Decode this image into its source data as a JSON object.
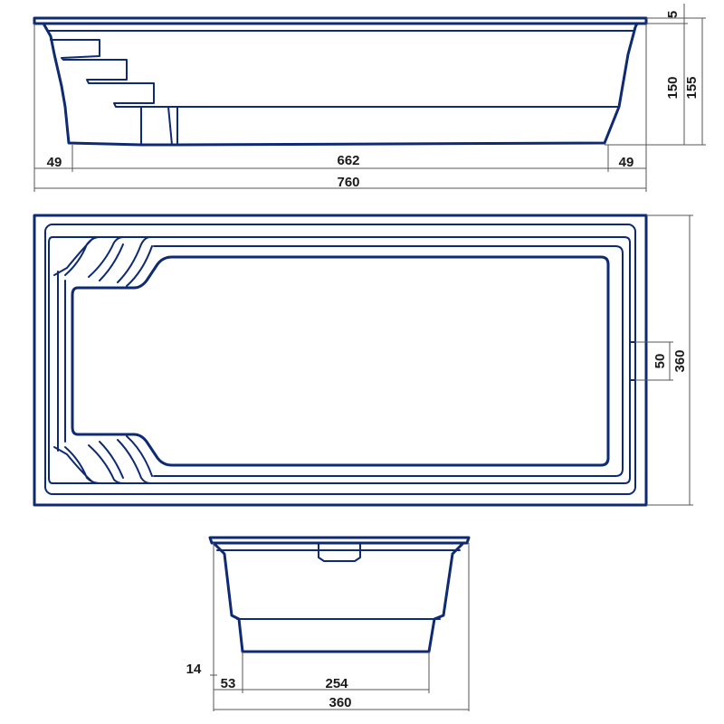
{
  "colors": {
    "outline": "#0d2a73",
    "dimension_line": "#555555",
    "text": "#1a1a1a",
    "background": "#ffffff"
  },
  "side_view": {
    "rim_thickness": "5",
    "depth_inner": "150",
    "depth_total": "155",
    "step_offset_left": "49",
    "floor_length": "662",
    "step_offset_right": "49",
    "total_length": "760"
  },
  "top_view": {
    "skimmer_width": "50",
    "total_width": "360"
  },
  "end_view": {
    "bottom_step": "14",
    "wall_offset": "53",
    "floor_width": "254",
    "total_width": "360"
  }
}
